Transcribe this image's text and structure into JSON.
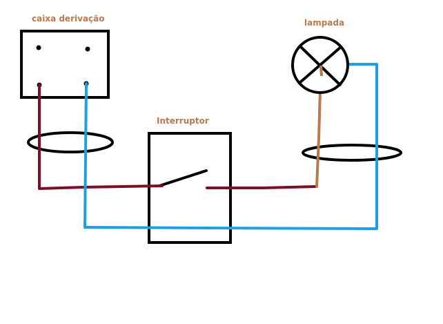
{
  "labels": {
    "junction_box": "caixa derivação",
    "switch": "Interruptor",
    "lamp": "lampada"
  },
  "colors": {
    "label_text": "#b9794f",
    "outline": "#000000",
    "phase_wire": "#7d0f24",
    "neutral_wire": "#1ba1e2",
    "return_wire": "#b9794f",
    "background": "#ffffff"
  }
}
